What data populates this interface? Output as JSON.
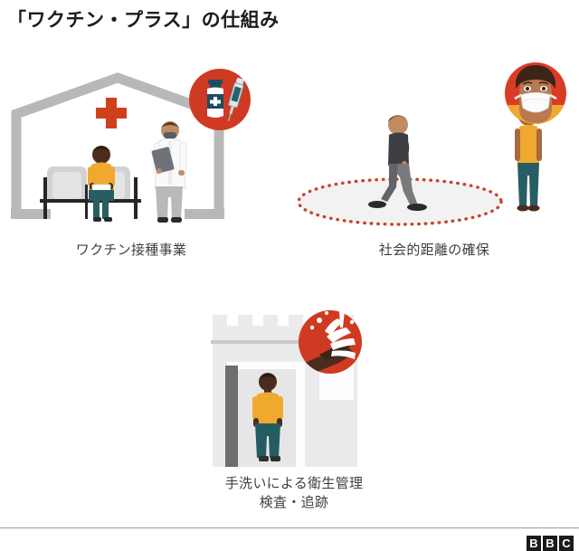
{
  "title": "「ワクチン・プラス」の仕組み",
  "panels": [
    {
      "id": "vaccination",
      "caption": "ワクチン接種事業",
      "badge": "vaccine-vial-syringe-icon",
      "scene": "clinic-waiting-room"
    },
    {
      "id": "distancing",
      "caption": "社会的距離の確保",
      "badge": "masked-face-icon",
      "scene": "social-distancing-circle"
    },
    {
      "id": "hygiene",
      "caption_line1": "手洗いによる衛生管理",
      "caption_line2": "検査・追跡",
      "badge": "handwashing-icon",
      "scene": "building-entrance"
    }
  ],
  "footer": {
    "logo_letters": [
      "B",
      "B",
      "C"
    ]
  },
  "colors": {
    "accent_red": "#d0401c",
    "badge_red": "#cf3a22",
    "badge_red_bright": "#d93b27",
    "shirt_yellow": "#f0a92e",
    "pants_teal": "#265e63",
    "skin_dark": "#4a2d22",
    "skin_medium": "#a9683f",
    "building_gray": "#b4b4b4",
    "light_gray": "#ececec",
    "text_dark": "#3a3a3a",
    "title_black": "#1c1c1c",
    "rule_gray": "#9a9a9a"
  }
}
